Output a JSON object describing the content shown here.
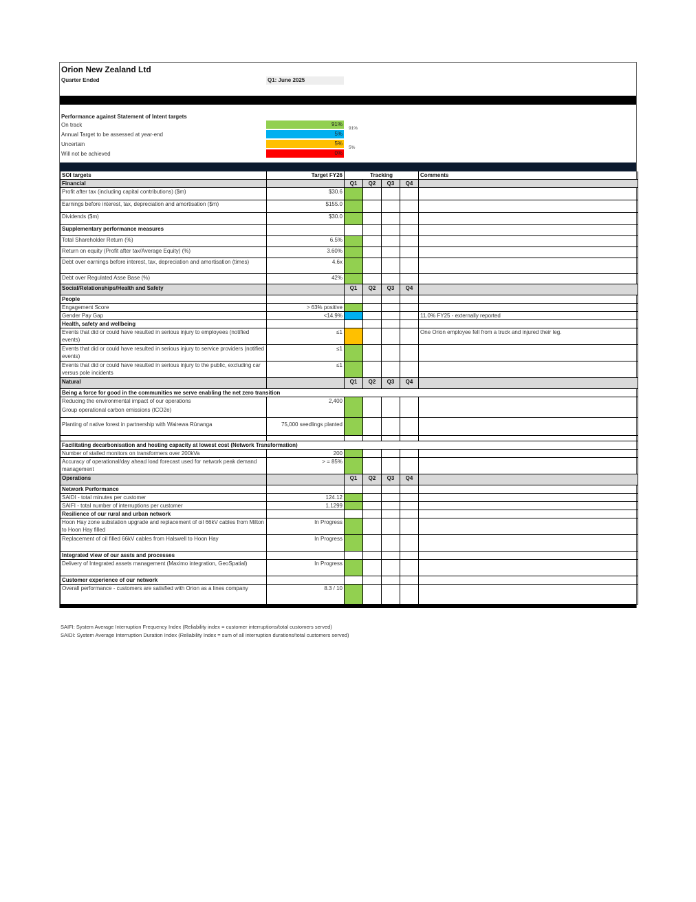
{
  "header": {
    "company": "Orion New Zealand Ltd",
    "quarter_label": "Quarter Ended",
    "quarter_value": "Q1: June 2025"
  },
  "performance": {
    "title": "Performance against Statement of Intent targets",
    "rows": [
      {
        "label": "On track",
        "value": "91%",
        "color": "#92d050"
      },
      {
        "label": "Annual Target to be assessed at year-end",
        "value": "5%",
        "color": "#00b0f0"
      },
      {
        "label": "Uncertain",
        "value": "5%",
        "color": "#ffc000"
      },
      {
        "label": "Will not be achieved",
        "value": "0%",
        "color": "#ff0000"
      }
    ],
    "pie_labels": [
      "91%",
      "5%"
    ]
  },
  "table": {
    "col_soi": "SOI targets",
    "col_target": "Target FY26",
    "col_tracking": "Tracking",
    "col_comments": "Comments",
    "quarters": [
      "Q1",
      "Q2",
      "Q3",
      "Q4"
    ],
    "financial": "Financial",
    "fin_rows": [
      {
        "label": "Profit after tax (including capital contributions) ($m)",
        "target": "$30.6"
      },
      {
        "label": "Earnings before interest, tax, depreciation and amortisation ($m)",
        "target": "$155.0"
      },
      {
        "label": "Dividends ($m)",
        "target": "$30.0"
      }
    ],
    "supp": "Supplementary performance measures",
    "supp_rows": [
      {
        "label": "Total Shareholder Return (%)",
        "target": "6.5%"
      },
      {
        "label": "Return on equity (Profit after tax/Average Equity) (%)",
        "target": "3.60%"
      },
      {
        "label": "Debt over earnings before interest, tax, depreciation and amortisation (times)",
        "target": "4.6x"
      },
      {
        "label": "Debt over Regulated Asse Base (%)",
        "target": "42%"
      }
    ],
    "social": "Social/Relationships/Health and Safety",
    "people": "People",
    "engagement": {
      "label": "Engagement Score",
      "target": "> 63% positive"
    },
    "gender": {
      "label": "Gender Pay Gap",
      "target": "<14.9%",
      "comment": "11.0% FY25 - externally reported"
    },
    "health": "Health, safety and wellbeing",
    "hs_rows": [
      {
        "label": "Events that did or could have resulted in serious injury to employees (notified events)",
        "target": "≤1",
        "comment": "One Orion employee fell from a truck and injured their leg."
      },
      {
        "label": "Events that did or could have resulted in serious injury to service providers (notified events)",
        "target": "≤1",
        "comment": ""
      },
      {
        "label": "Events that did or could have resulted in serious injury to the public, excluding car versus pole incidents",
        "target": "≤1",
        "comment": ""
      }
    ],
    "natural": "Natural",
    "force": "Being a force for good in the communities we serve enabling the net zero transition",
    "reduce": {
      "line1": "Reducing the environmental impact of our operations",
      "line2": "Group operational carbon emissions (tCO2e)",
      "target": "2,400"
    },
    "forest": {
      "label": "Planting of native forest in partnership with Wairewa Rūnanga",
      "target": "75,000 seedlings planted"
    },
    "facil": "Facilitating decarbonisation and hosting capacity at lowest cost (Network Transformation)",
    "monitors": {
      "label": "Number of stalled monitors on transformers over 200kVa",
      "target": "200"
    },
    "accuracy": {
      "label": "Accuracy of operational/day ahead load forecast used for network peak demand management",
      "target": "> = 85%"
    },
    "operations": "Operations",
    "netperf": "Network Performance",
    "saidi": {
      "label": "SAIDI - total minutes per customer",
      "target": "124.12"
    },
    "saifi": {
      "label": "SAIFI - total number of interruptions per customer",
      "target": "1.1299"
    },
    "resil": "Resilience of our rural and urban network",
    "hoon": {
      "label": "Hoon Hay zone substation upgrade and replacement of oil 66kV cables from Milton to Hoon Hay filled",
      "target": "In Progress"
    },
    "halswell": {
      "label": "Replacement of oil filled 66kV cables from Halswell to Hoon Hay",
      "target": "In Progress"
    },
    "integ": "Integrated view of our assts and processes",
    "maximo": {
      "label": "Delivery of Integrated assets management (Maximo integration, GeoSpatial)",
      "target": "In Progress"
    },
    "custexp": "Customer experience of our network",
    "overall": {
      "label": "Overall performance - customers are satisfied with Orion as a lines company",
      "target": "8.3 / 10"
    }
  },
  "footnotes": [
    "SAIFI: System Average Interruption Frequency Index  (Reliability index = customer interruptions/total customers served)",
    "SAIDI: System Average Interruption Duration Index (Reliability Index = sum of all interruption durations/total customers served)"
  ]
}
